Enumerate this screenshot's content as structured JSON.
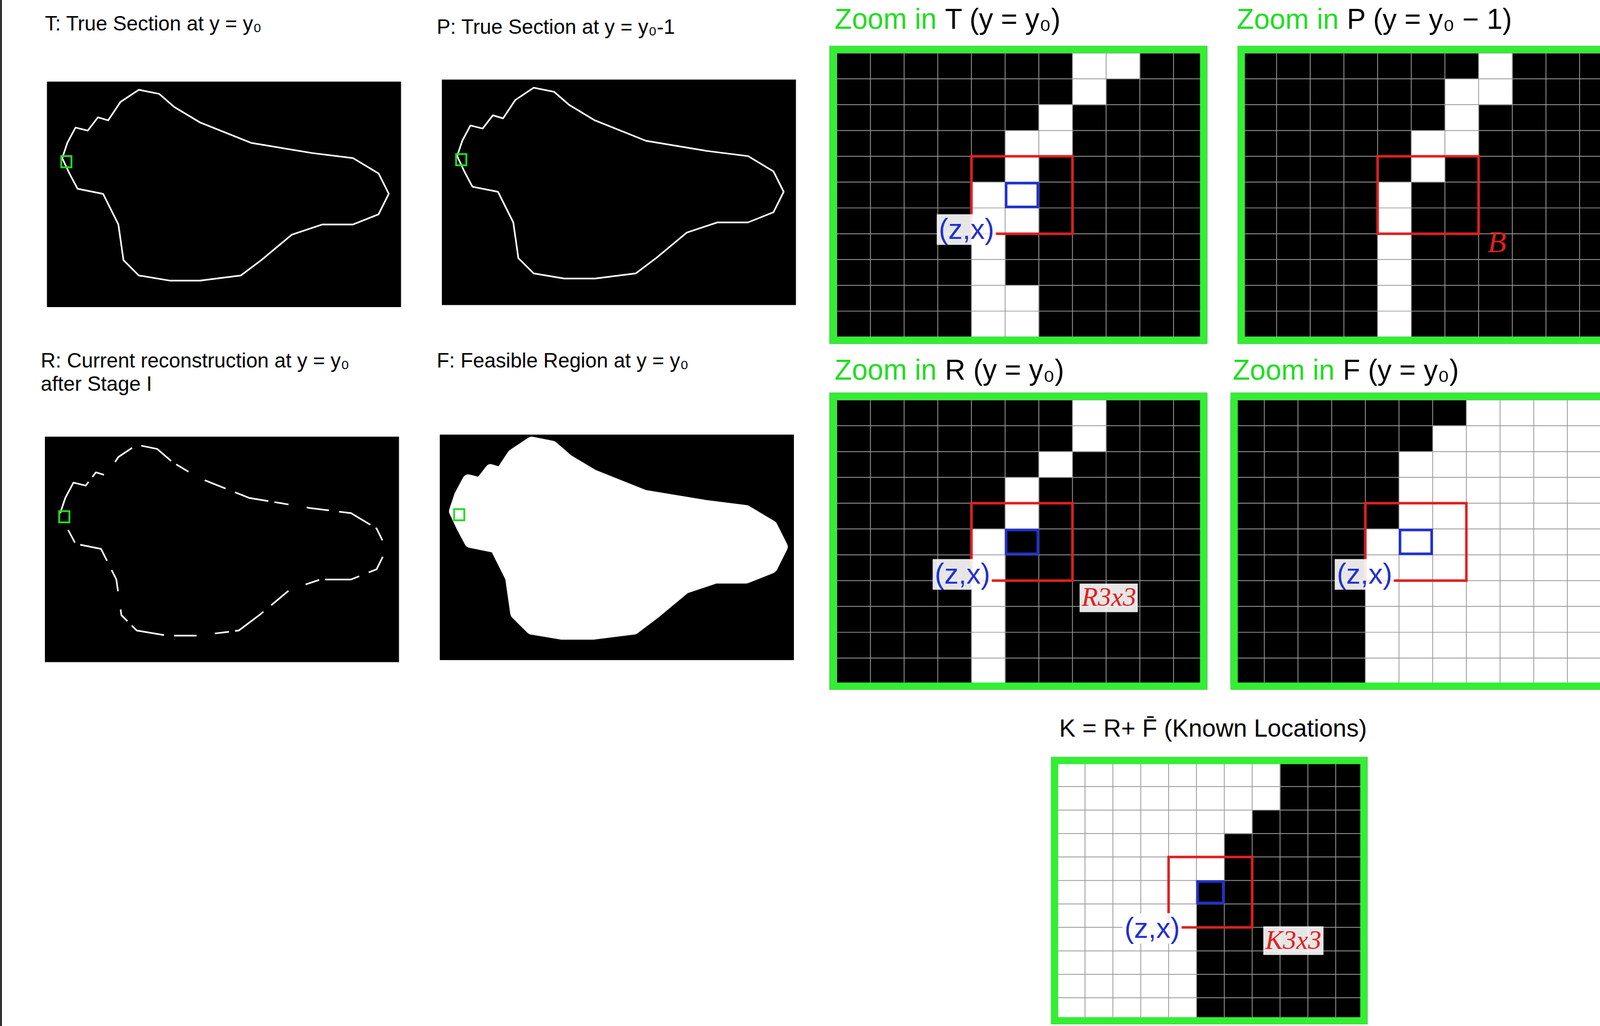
{
  "diagram": {
    "nodes": [
      {
        "text": [
          "T: True Section at y = y₀"
        ]
      },
      {
        "text": [
          "P: True Section at y = y₀-1"
        ]
      },
      {
        "text": [
          "R: Current reconstruction at y = y₀ after Stage I"
        ]
      },
      {
        "text": [
          "F: Feasible Region at y = y₀"
        ]
      },
      {
        "text": [
          "Zoom in",
          "T (y = y₀)"
        ]
      },
      {
        "text": [
          "Zoom in",
          "P (y = y₀ − 1)"
        ]
      },
      {
        "text": [
          "Zoom in",
          "R (y = y₀)"
        ]
      },
      {
        "text": [
          "Zoom in",
          "F (y = y₀)"
        ]
      },
      {
        "text": [
          "K = R+ F̄ (Known Locations)"
        ]
      }
    ],
    "labels": [
      "(z,x)",
      "B",
      "(z,x)",
      "R3x3",
      "(z,x)",
      "(z,x)",
      "K3x3"
    ]
  }
}
